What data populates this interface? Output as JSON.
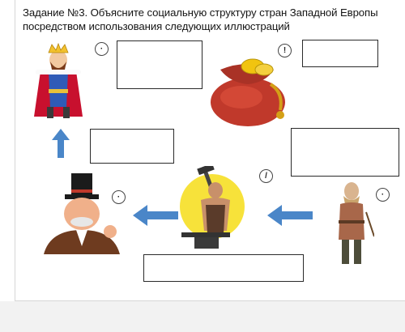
{
  "task": {
    "title": "Задание №3. Объясните социальную структуру стран Западной Европы посредством использования следующих иллюстраций"
  },
  "figures": [
    {
      "id": "king",
      "icon": "king-icon"
    },
    {
      "id": "money-bag",
      "icon": "money-bag-icon"
    },
    {
      "id": "capitalist",
      "icon": "capitalist-icon"
    },
    {
      "id": "blacksmith",
      "icon": "blacksmith-icon"
    },
    {
      "id": "peasant",
      "icon": "peasant-icon"
    }
  ],
  "answers": {
    "king": "",
    "money_bag": "",
    "king_below": "",
    "money_bag_below": "",
    "blacksmith_below": ""
  },
  "colors": {
    "arrow": "#4a86c8",
    "box_border": "#2a2a2a",
    "king_robe": "#c8102e",
    "bag": "#c0392b",
    "sun": "#f7e23a"
  }
}
